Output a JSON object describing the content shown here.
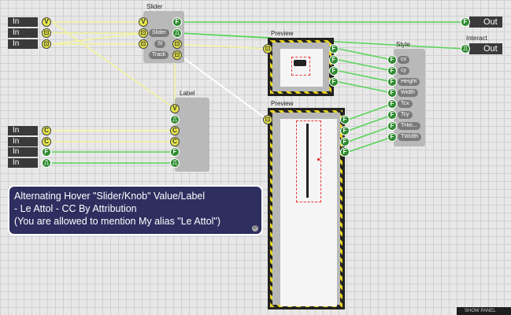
{
  "inputs": {
    "top": [
      {
        "label": "In",
        "pin": "V"
      },
      {
        "label": "In",
        "pin": "⊡"
      },
      {
        "label": "In",
        "pin": "⊡"
      }
    ],
    "bottom": [
      {
        "label": "In",
        "pin": "C"
      },
      {
        "label": "In",
        "pin": "C"
      },
      {
        "label": "In",
        "pin": "F"
      },
      {
        "label": "In",
        "pin": "⎍"
      }
    ]
  },
  "slider_node": {
    "title": "Slider",
    "in_pins": [
      "V",
      "Slider",
      "Sl",
      "Track"
    ],
    "out_pins": [
      "F",
      "⎍",
      "⊡",
      "⊡"
    ]
  },
  "label_node": {
    "title": "Label",
    "in_pins": [
      "V",
      "⎍",
      "C",
      "C",
      "F",
      "⎍"
    ]
  },
  "preview1": {
    "title": "Preview"
  },
  "preview2": {
    "title": "Preview"
  },
  "style_node": {
    "title": "Style",
    "pins": [
      "cx",
      "cy",
      "Height",
      "Width",
      "Tcx",
      "Tcy",
      "THei...",
      "TWidth"
    ]
  },
  "outputs": {
    "out1": {
      "label": "Out",
      "pin": "F"
    },
    "interact_title": "Interact",
    "out2": {
      "label": "Out",
      "pin": "⎍"
    }
  },
  "note": {
    "line1": "Alternating Hover \"Slider/Knob\" Value/Label",
    "line2": "- Le Attol - CC By Attribution",
    "line3": "(You are allowed to mention My alias \"Le Attol\")",
    "badge": "P"
  },
  "footer": {
    "show_panel": "SHOW PANEL"
  },
  "colors": {
    "wire_green": "#58d458",
    "wire_yellow": "#f4f49a",
    "wire_white": "#ffffff",
    "note_bg": "#2e2e60"
  }
}
